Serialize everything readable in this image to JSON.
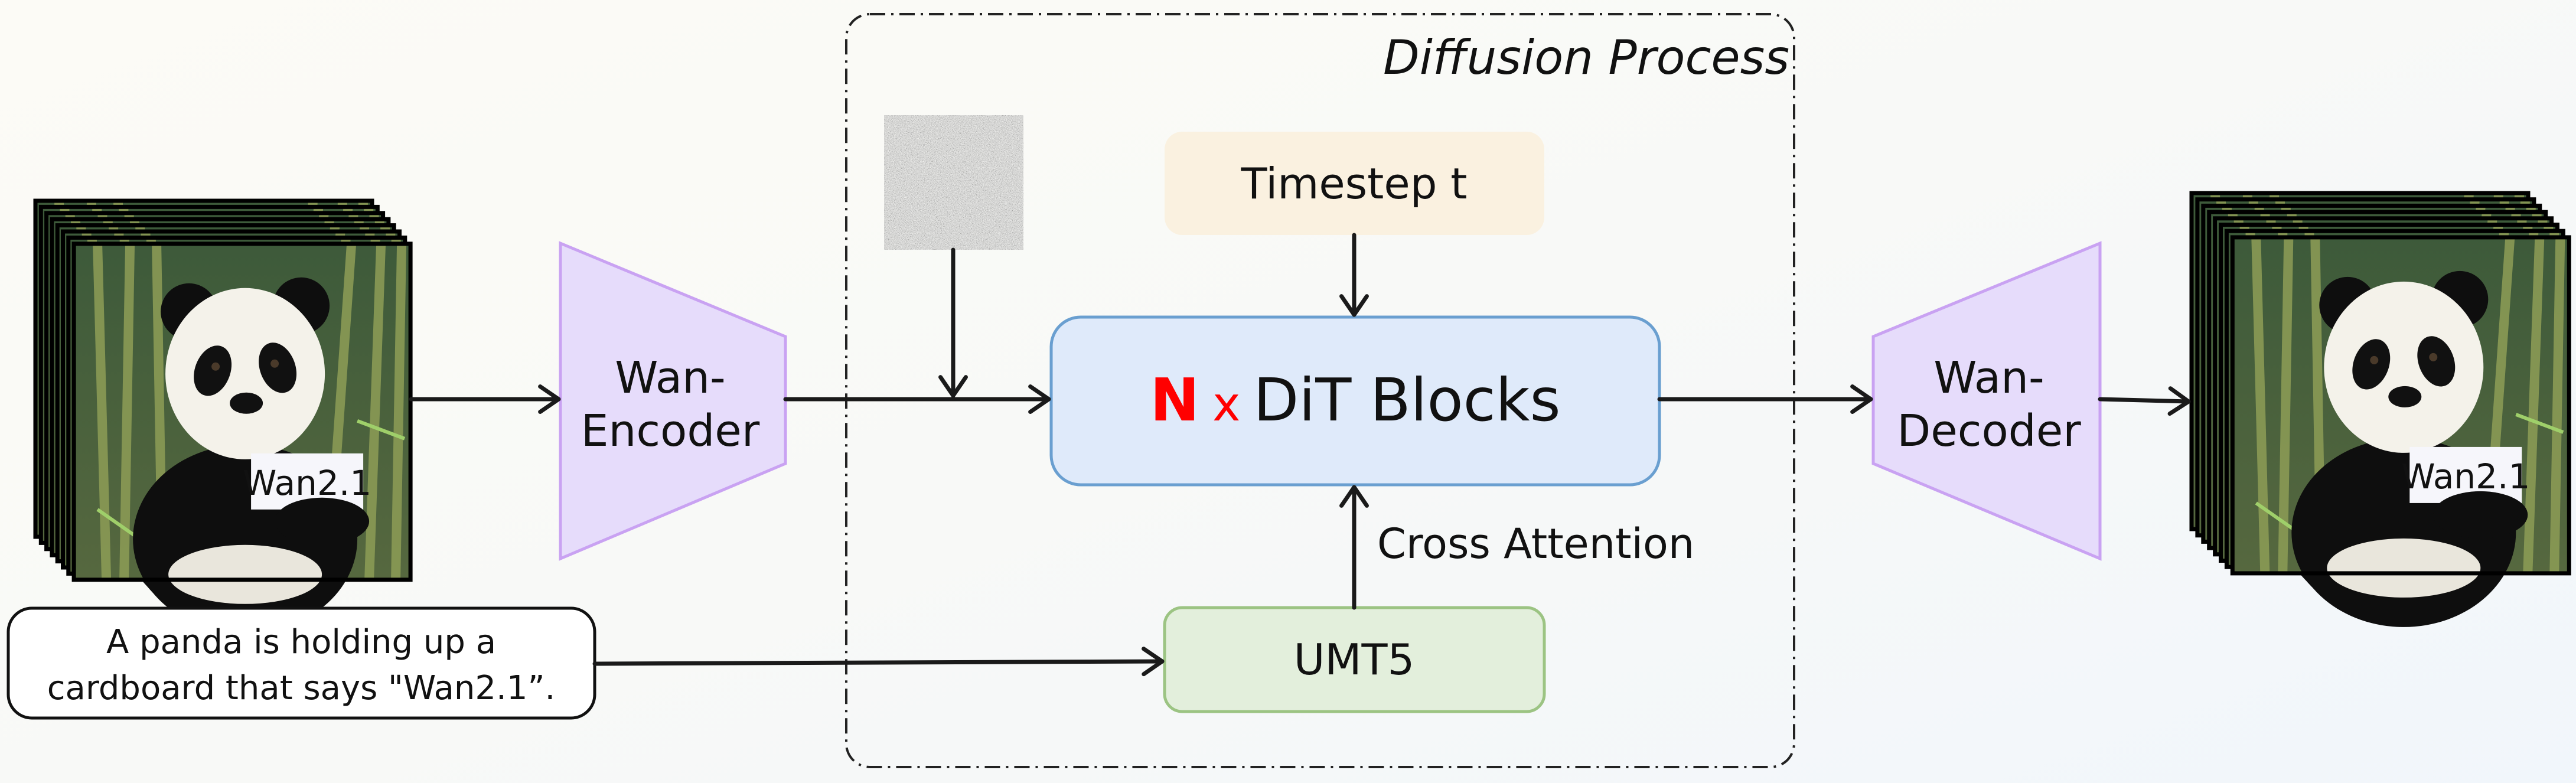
{
  "diagram": {
    "group_label": "Diffusion Process",
    "timestep_label": "Timestep t",
    "dit_multiplier": "N",
    "dit_times": "x",
    "dit_label": "DiT Blocks",
    "cross_attention_label": "Cross Attention",
    "text_encoder_label": "UMT5",
    "encoder_label_line1": "Wan-",
    "encoder_label_line2": "Encoder",
    "decoder_label_line1": "Wan-",
    "decoder_label_line2": "Decoder",
    "prompt_line1": "A panda is holding up a",
    "prompt_line2": "cardboard that says \"Wan2.1”.",
    "sign_text": "Wan2.1"
  },
  "colors": {
    "timestep_fill": "#faf1e0",
    "dit_fill": "#dfeafa",
    "dit_stroke": "#6a9fd0",
    "umt5_fill": "#e3efdc",
    "umt5_stroke": "#9cc483",
    "vae_fill": "#e6dcfb",
    "vae_stroke": "#c9a2f2",
    "multiplier": "#ff0000"
  }
}
